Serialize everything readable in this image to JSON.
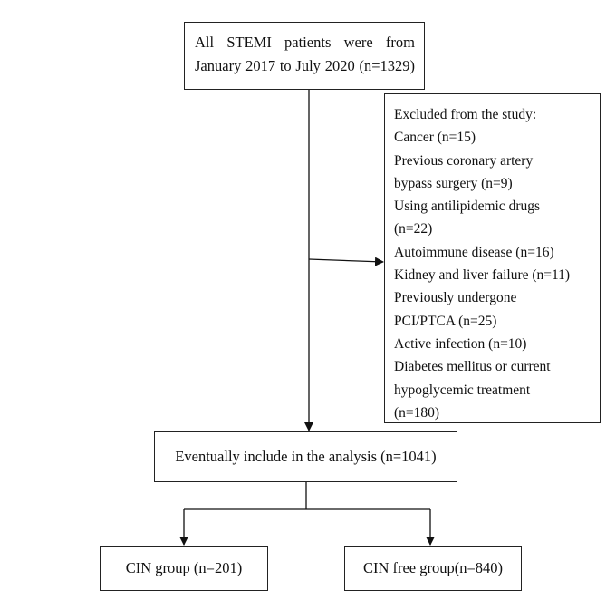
{
  "start_box": {
    "lines": [
      "All STEMI patients were from",
      "January 2017 to July 2020 (n=1329)"
    ]
  },
  "excluded_box": {
    "lines": [
      "Excluded from the study:",
      "Cancer (n=15)",
      "Previous coronary artery",
      "bypass surgery (n=9)",
      "Using antilipidemic drugs",
      "(n=22)",
      "Autoimmune disease (n=16)",
      "Kidney and liver failure (n=11)",
      "Previously undergone",
      "PCI/PTCA (n=25)",
      "Active infection (n=10)",
      "Diabetes mellitus or current",
      "hypoglycemic treatment",
      "(n=180)"
    ]
  },
  "included_box": {
    "text": "Eventually include in the analysis (n=1041)"
  },
  "cin_box": {
    "text": "CIN group (n=201)"
  },
  "cin_free_box": {
    "text": "CIN free group(n=840)"
  }
}
